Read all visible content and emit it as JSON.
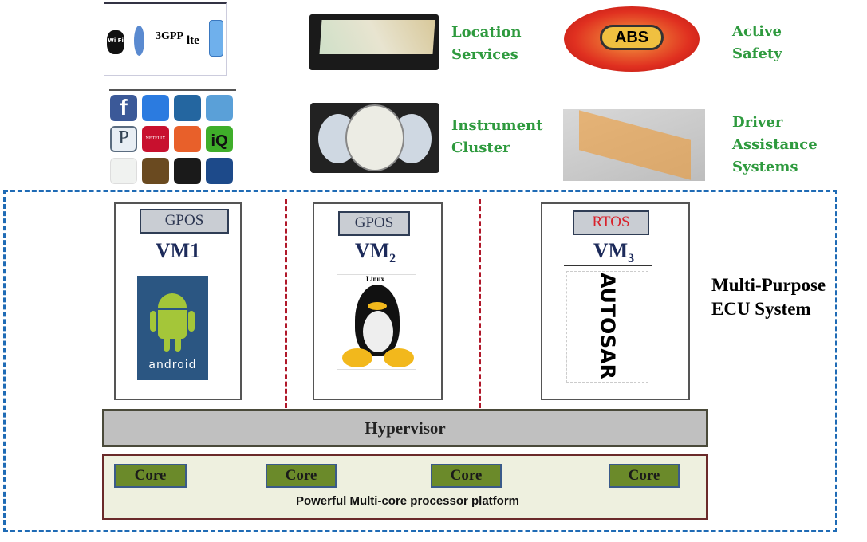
{
  "top": {
    "connectivity": {
      "icons": [
        "wifi-icon",
        "bluetooth-icon",
        "3gpp-icon",
        "lte-icon",
        "usb-icon"
      ],
      "labels": {
        "wifi": "Wi Fi",
        "gpp": "3GPP",
        "lte": "lte"
      }
    },
    "apps": {
      "icons": [
        "facebook",
        "dropbox",
        "meetup",
        "app",
        "pandora",
        "netflix",
        "app",
        "iq",
        "app",
        "feed",
        "lookout",
        "delta"
      ],
      "labels": {
        "pandora": "P",
        "netflix": "NETFLIX",
        "iq": "iQ",
        "facebook": "f"
      }
    },
    "location": "Location\nServices",
    "safety": "Active\nSafety",
    "abs": "ABS",
    "cluster": "Instrument\nCluster",
    "adas": "Driver\nAssistance\nSystems"
  },
  "vms": [
    {
      "os": "GPOS",
      "name": "VM",
      "sub": "1",
      "logo": "android",
      "logo_text": "android"
    },
    {
      "os": "GPOS",
      "name": "VM",
      "sub": "2",
      "logo": "linux",
      "logo_text": "Linux"
    },
    {
      "os": "RTOS",
      "name": "VM",
      "sub": "3",
      "logo": "autosar",
      "logo_text": "AUTOSAR"
    }
  ],
  "ecu_label": "Multi-Purpose\nECU System",
  "hypervisor": "Hypervisor",
  "platform": {
    "cores": [
      "Core",
      "Core",
      "Core",
      "Core"
    ],
    "label": "Powerful Multi-core processor platform"
  },
  "colors": {
    "ecu_border": "#1f6bb5",
    "separator": "#b0182a",
    "core": "#6b8a2a",
    "rtos_text": "#d8212b",
    "label_green": "#2e9a3e"
  }
}
